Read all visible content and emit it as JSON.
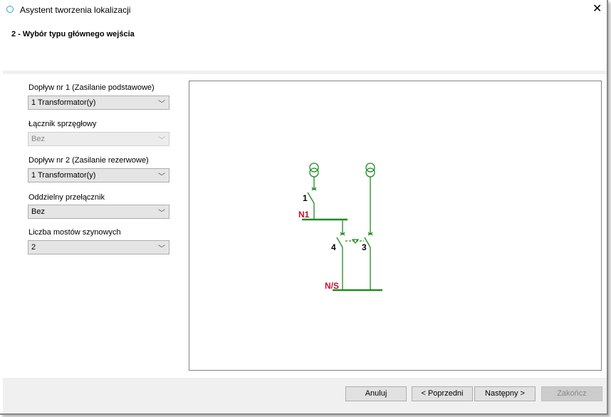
{
  "window": {
    "title": "Asystent tworzenia lokalizacji",
    "step_title": "2 - Wybór typu głównego wejścia"
  },
  "fields": [
    {
      "label": "Dopływ nr 1 (Zasilanie podstawowe)",
      "value": "1 Transformator(y)",
      "enabled": true
    },
    {
      "label": "Łącznik sprzęgłowy",
      "value": "Bez",
      "enabled": false
    },
    {
      "label": "Dopływ nr 2 (Zasilanie rezerwowe)",
      "value": "1 Transformator(y)",
      "enabled": true
    },
    {
      "label": "Oddzielny przełącznik",
      "value": "Bez",
      "enabled": true
    },
    {
      "label": "Liczba mostów szynowych",
      "value": "2",
      "enabled": true
    }
  ],
  "diagram": {
    "labels": {
      "sw1": "1",
      "bus1": "N1",
      "sw4": "4",
      "sw3": "3",
      "bus2": "N/S"
    },
    "line_color": "#1e8c1e",
    "bus_label_color": "#c8102e"
  },
  "buttons": {
    "cancel": "Anuluj",
    "prev": "< Poprzedni",
    "next": "Następny >",
    "finish": "Zakończ"
  }
}
